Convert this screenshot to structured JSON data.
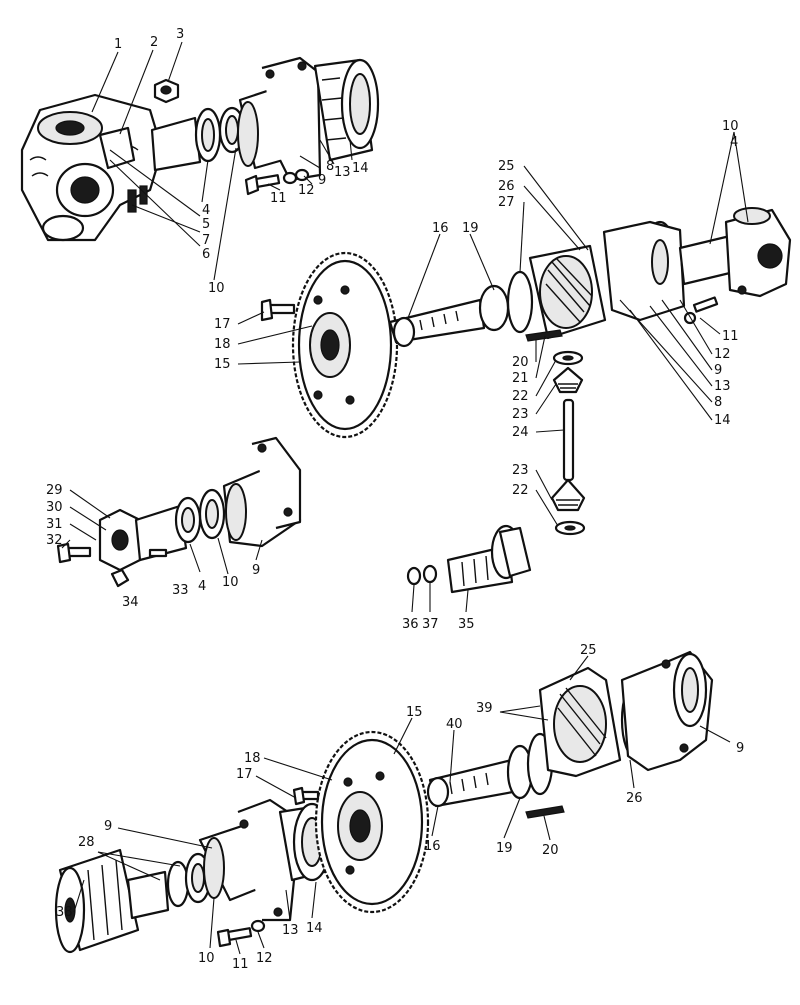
{
  "callouts": {
    "top": [
      {
        "id": "c1",
        "text": "1"
      },
      {
        "id": "c2",
        "text": "2"
      },
      {
        "id": "c3",
        "text": "3"
      },
      {
        "id": "c4a",
        "text": "4"
      },
      {
        "id": "c5",
        "text": "5"
      },
      {
        "id": "c7",
        "text": "7"
      },
      {
        "id": "c6",
        "text": "6"
      },
      {
        "id": "c10a",
        "text": "10"
      },
      {
        "id": "c11a",
        "text": "11"
      },
      {
        "id": "c12a",
        "text": "12"
      },
      {
        "id": "c9a",
        "text": "9"
      },
      {
        "id": "c8a",
        "text": "8"
      },
      {
        "id": "c13a",
        "text": "13"
      },
      {
        "id": "c14a",
        "text": "14"
      }
    ],
    "middle": [
      {
        "id": "c10b",
        "text": "10"
      },
      {
        "id": "c4b",
        "text": "4"
      },
      {
        "id": "c25a",
        "text": "25"
      },
      {
        "id": "c26a",
        "text": "26"
      },
      {
        "id": "c27",
        "text": "27"
      },
      {
        "id": "c16a",
        "text": "16"
      },
      {
        "id": "c19a",
        "text": "19"
      },
      {
        "id": "c17a",
        "text": "17"
      },
      {
        "id": "c18a",
        "text": "18"
      },
      {
        "id": "c15a",
        "text": "15"
      },
      {
        "id": "c20a",
        "text": "20"
      },
      {
        "id": "c21",
        "text": "21"
      },
      {
        "id": "c22a",
        "text": "22"
      },
      {
        "id": "c23a",
        "text": "23"
      },
      {
        "id": "c24",
        "text": "24"
      },
      {
        "id": "c23b",
        "text": "23"
      },
      {
        "id": "c22b",
        "text": "22"
      },
      {
        "id": "c11b",
        "text": "11"
      },
      {
        "id": "c12b",
        "text": "12"
      },
      {
        "id": "c9b",
        "text": "9"
      },
      {
        "id": "c13b",
        "text": "13"
      },
      {
        "id": "c8b",
        "text": "8"
      },
      {
        "id": "c14b",
        "text": "14"
      }
    ],
    "left": [
      {
        "id": "c29",
        "text": "29"
      },
      {
        "id": "c30",
        "text": "30"
      },
      {
        "id": "c31",
        "text": "31"
      },
      {
        "id": "c32",
        "text": "32"
      },
      {
        "id": "c33",
        "text": "33"
      },
      {
        "id": "c4c",
        "text": "4"
      },
      {
        "id": "c10c",
        "text": "10"
      },
      {
        "id": "c9c",
        "text": "9"
      },
      {
        "id": "c34",
        "text": "34"
      }
    ],
    "pinion": [
      {
        "id": "c36",
        "text": "36"
      },
      {
        "id": "c37",
        "text": "37"
      },
      {
        "id": "c35",
        "text": "35"
      }
    ],
    "bottom": [
      {
        "id": "c25b",
        "text": "25"
      },
      {
        "id": "c39",
        "text": "39"
      },
      {
        "id": "c40",
        "text": "40"
      },
      {
        "id": "c9d",
        "text": "9"
      },
      {
        "id": "c15b",
        "text": "15"
      },
      {
        "id": "c18b",
        "text": "18"
      },
      {
        "id": "c17b",
        "text": "17"
      },
      {
        "id": "c26b",
        "text": "26"
      },
      {
        "id": "c16b",
        "text": "16"
      },
      {
        "id": "c19b",
        "text": "19"
      },
      {
        "id": "c20b",
        "text": "20"
      },
      {
        "id": "c9e",
        "text": "9"
      },
      {
        "id": "c28",
        "text": "28"
      },
      {
        "id": "c38",
        "text": "38"
      },
      {
        "id": "c13c",
        "text": "13"
      },
      {
        "id": "c14c",
        "text": "14"
      },
      {
        "id": "c10d",
        "text": "10"
      },
      {
        "id": "c11c",
        "text": "11"
      },
      {
        "id": "c12c",
        "text": "12"
      }
    ]
  }
}
